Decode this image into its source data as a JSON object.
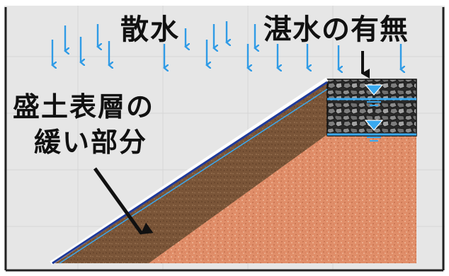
{
  "labels": {
    "rainfall": "散水",
    "water_seepage": "湛水の有無",
    "loose_surface_line1": "盛土表層の",
    "loose_surface_line2": "緩い部分"
  },
  "icons": {
    "rain_arrows": "down-arrow-icon",
    "water_level": "water-level-triangle-icon",
    "pointer": "pointer-arrow"
  },
  "colors": {
    "rain_arrow": "#2f9be6",
    "water_line": "#39a9f0",
    "slope_line": "#1e3a9a",
    "soil_main": "#e08e69",
    "soil_surface": "#7a5538",
    "gravel": "#3a3a3a",
    "frame": "#222222",
    "background": "#e6e6e6"
  }
}
